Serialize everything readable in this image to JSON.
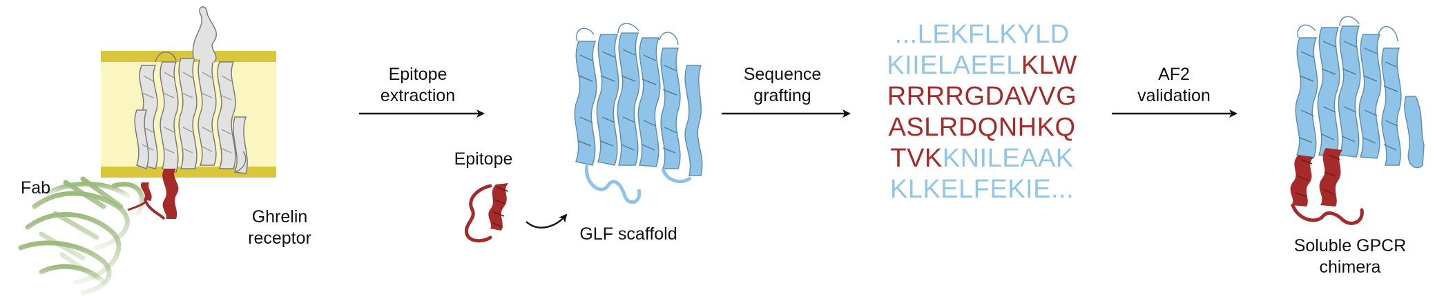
{
  "colors": {
    "membrane_band": "#d9c63a",
    "membrane_fill": "#fbf6bf",
    "receptor_grey": "#d8d8d8",
    "epitope_red": "#a52a2a",
    "scaffold_blue": "#8fc4e8",
    "fab_green": "#9dbb7e",
    "arrow": "#111111"
  },
  "labels": {
    "fab": "Fab",
    "ghrelin_receptor_line1": "Ghrelin",
    "ghrelin_receptor_line2": "receptor",
    "epitope_extraction_line1": "Epitope",
    "epitope_extraction_line2": "extraction",
    "epitope": "Epitope",
    "glf_scaffold": "GLF scaffold",
    "sequence_grafting_line1": "Sequence",
    "sequence_grafting_line2": "grafting",
    "af2_validation_line1": "AF2",
    "af2_validation_line2": "validation",
    "soluble_gpcr_line1": "Soluble GPCR",
    "soluble_gpcr_line2": "chimera"
  },
  "sequence": {
    "lines": [
      [
        {
          "text": "...LEKFLKYLD",
          "color": "blue"
        }
      ],
      [
        {
          "text": "KIIELAEEL",
          "color": "blue"
        },
        {
          "text": "KLW",
          "color": "red"
        }
      ],
      [
        {
          "text": "RRRRGDAVVG",
          "color": "red"
        }
      ],
      [
        {
          "text": "ASLRDQNHKQ",
          "color": "red"
        }
      ],
      [
        {
          "text": "TVK",
          "color": "red"
        },
        {
          "text": "KNILEAAK",
          "color": "blue"
        }
      ],
      [
        {
          "text": "KLKELFEKIE...",
          "color": "blue"
        }
      ]
    ]
  },
  "icons": {
    "receptor": "protein-cartoon-grey-helices",
    "fab": "antibody-fab-cartoon",
    "epitope": "helix-loop-epitope",
    "scaffold": "helical-bundle-blue",
    "chimera": "helical-bundle-with-grafted-epitope",
    "arrows": "right-arrow"
  }
}
